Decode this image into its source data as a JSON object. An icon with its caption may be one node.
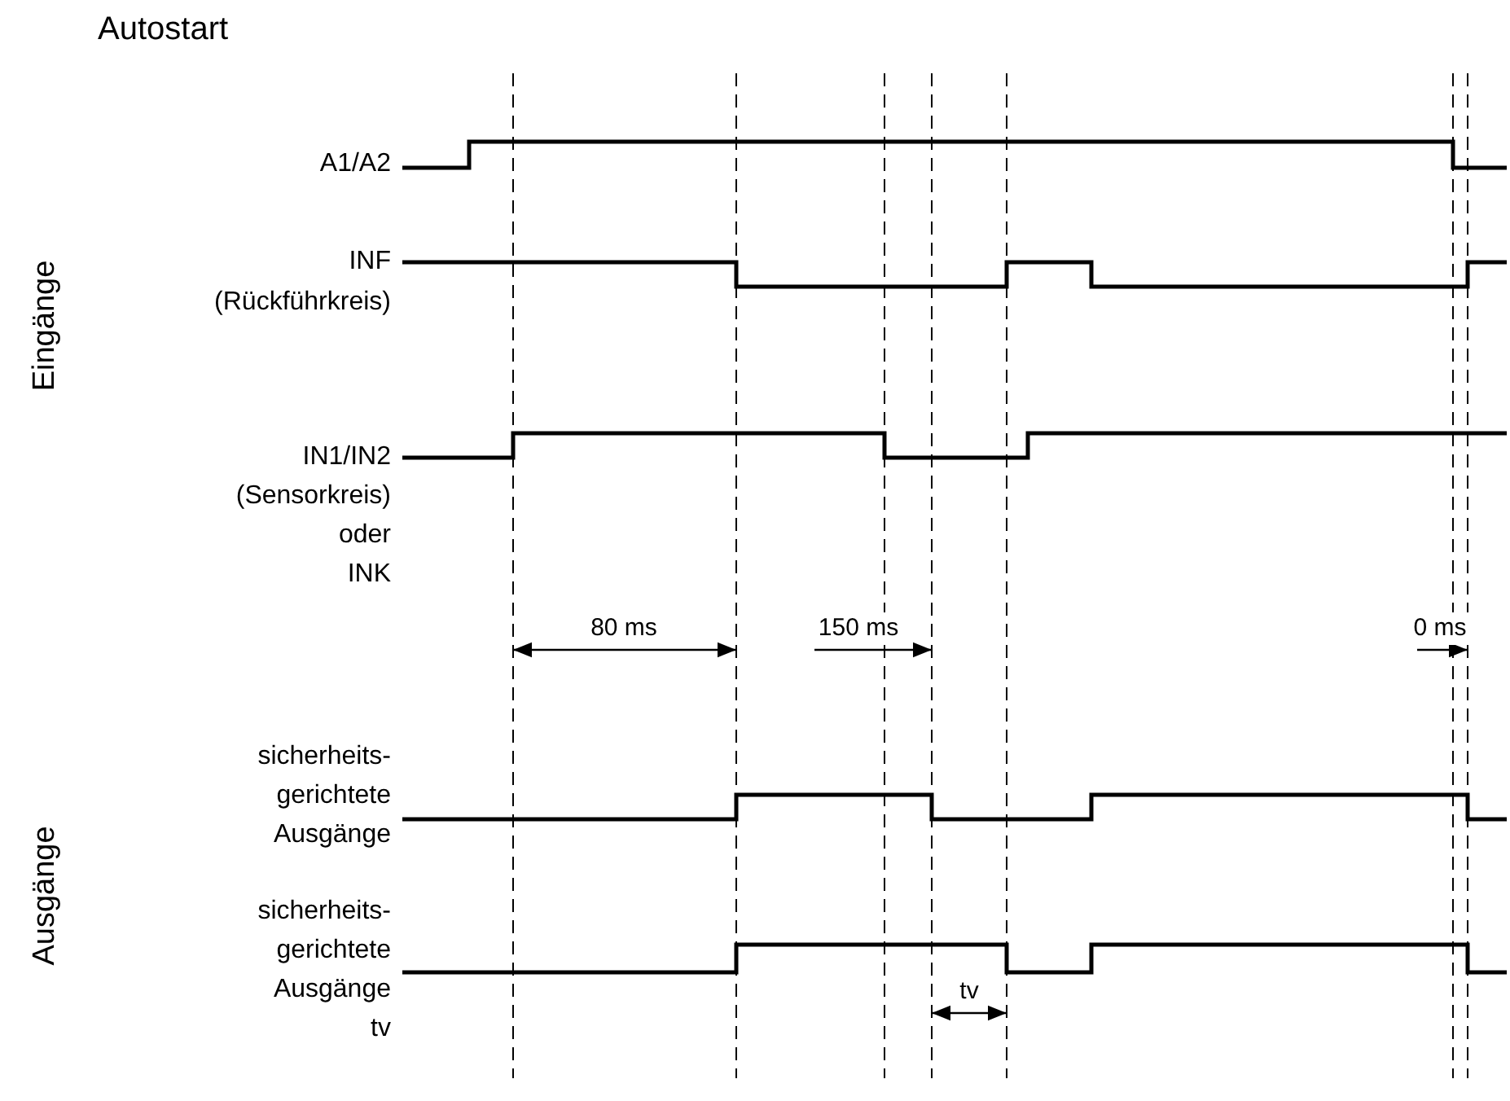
{
  "diagram": {
    "title": "Autostart",
    "labels": [
      "Eingänge",
      "A1/A2",
      "INF",
      "(Rückführkreis)",
      "IN1/IN2",
      "(Sensorkreis)",
      "oder",
      "INK",
      "80 ms",
      "150 ms",
      "0 ms",
      "Ausgänge",
      "sicherheits-",
      "gerichtete",
      "Ausgänge",
      "sicherheits-",
      "gerichtete",
      "Ausgänge",
      "tv",
      "tv"
    ]
  }
}
